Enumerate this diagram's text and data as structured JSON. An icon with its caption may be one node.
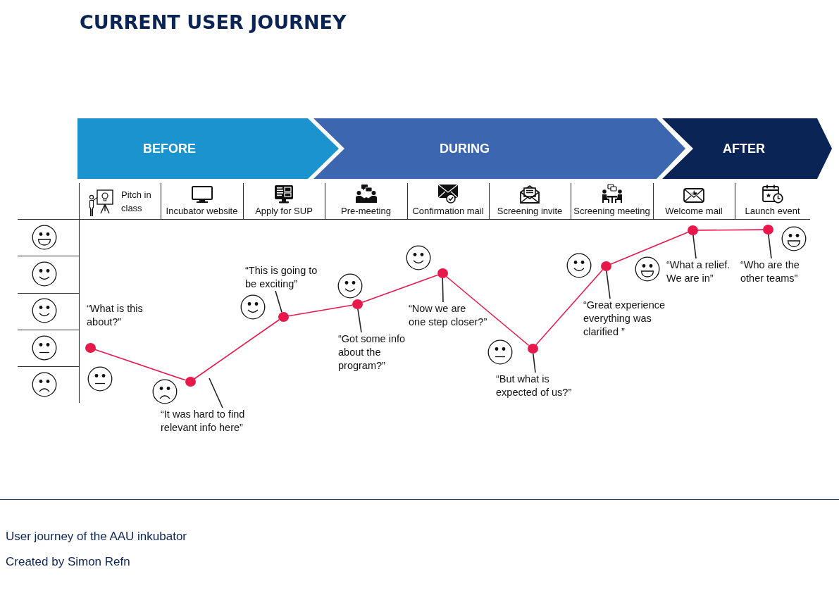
{
  "diagram": {
    "title": "CURRENT USER JOURNEY",
    "caption": "User journey of the AAU inkubator",
    "nodes": [
      {
        "text": [
          "BEFORE"
        ]
      },
      {
        "text": [
          "DURING"
        ]
      },
      {
        "text": [
          "AFTER"
        ]
      },
      {
        "text": [
          "Pitch in class"
        ]
      },
      {
        "text": [
          "Incubator website"
        ]
      },
      {
        "text": [
          "Apply for SUP"
        ]
      },
      {
        "text": [
          "Pre-meeting"
        ]
      },
      {
        "text": [
          "Confirmation mail"
        ]
      },
      {
        "text": [
          "Screening invite"
        ]
      },
      {
        "text": [
          "Screening meeting"
        ]
      },
      {
        "text": [
          "Welcome mail"
        ]
      },
      {
        "text": [
          "Launch event"
        ]
      },
      {
        "text": [],
        "shape": "circle"
      },
      {
        "text": [],
        "shape": "circle"
      },
      {
        "text": [],
        "shape": "circle"
      },
      {
        "text": [],
        "shape": "circle"
      },
      {
        "text": [],
        "shape": "circle"
      },
      {
        "text": [],
        "shape": "circle"
      },
      {
        "text": [],
        "shape": "circle"
      },
      {
        "text": [],
        "shape": "circle"
      },
      {
        "text": [],
        "shape": "circle"
      },
      {
        "text": [
          "“It was hard to find relevant info here”"
        ]
      },
      {
        "text": [
          "“This is going to be exciting”"
        ]
      },
      {
        "text": [
          "“Got some info about the program?”"
        ]
      },
      {
        "text": [
          "“Now we are one step closer?”"
        ]
      },
      {
        "text": [
          "“But what is expected of us?”"
        ]
      },
      {
        "text": [
          "“Great experience everything was clarified ”"
        ]
      },
      {
        "text": [
          "“What a relief. We are in”"
        ]
      },
      {
        "text": [
          "“Who are the other teams”"
        ]
      }
    ],
    "edges": [
      {
        "from": 12,
        "to": 13,
        "arrow": "none",
        "color": "#e8184a"
      },
      {
        "from": 13,
        "to": 14,
        "arrow": "none",
        "color": "#e8184a"
      },
      {
        "from": 14,
        "to": 15,
        "arrow": "none",
        "color": "#e8184a"
      },
      {
        "from": 15,
        "to": 16,
        "arrow": "none",
        "color": "#e8184a"
      },
      {
        "from": 16,
        "to": 17,
        "arrow": "none",
        "color": "#e8184a"
      },
      {
        "from": 17,
        "to": 18,
        "arrow": "none",
        "color": "#e8184a"
      },
      {
        "from": 18,
        "to": 19,
        "arrow": "none",
        "color": "#e8184a"
      },
      {
        "from": 19,
        "to": 20,
        "arrow": "none",
        "color": "#e8184a"
      },
      {
        "from": 21,
        "to": null,
        "arrow": "none",
        "color": "#222222"
      },
      {
        "from": 22,
        "to": 14,
        "arrow": "none",
        "color": "#222222"
      },
      {
        "from": 23,
        "to": 15,
        "arrow": "none",
        "color": "#222222"
      },
      {
        "from": 24,
        "to": 16,
        "arrow": "none",
        "color": "#222222"
      },
      {
        "from": 25,
        "to": 17,
        "arrow": "none",
        "color": "#222222"
      },
      {
        "from": 26,
        "to": 18,
        "arrow": "none",
        "color": "#222222"
      },
      {
        "from": 27,
        "to": 19,
        "arrow": "none",
        "color": "#222222"
      },
      {
        "from": 28,
        "to": 20,
        "arrow": "none",
        "color": "#222222"
      }
    ],
    "labels": [
      "“What is this about?”",
      "Created by Simon Refn"
    ]
  }
}
